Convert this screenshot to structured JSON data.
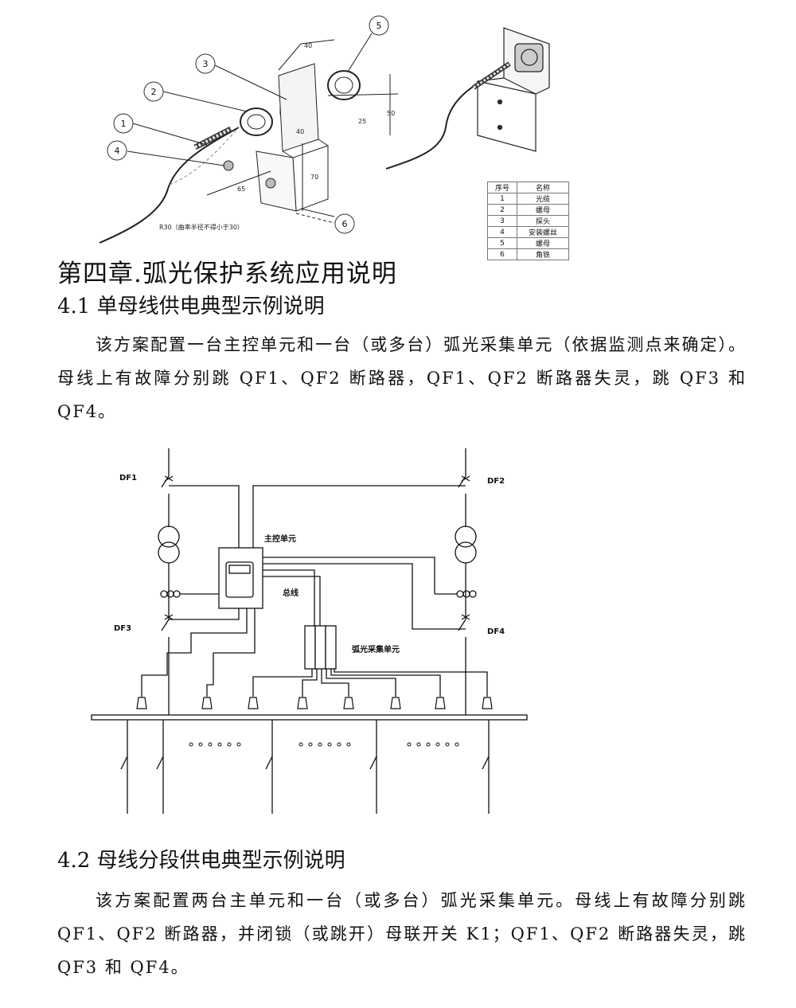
{
  "figure1": {
    "callouts": [
      "1",
      "2",
      "3",
      "4",
      "5",
      "6"
    ],
    "dimensions": {
      "d40_top": "40",
      "d40_mid": "40",
      "d25": "25",
      "d50": "50",
      "d70": "70",
      "d65": "65"
    },
    "bend_note": "R30（曲率半径不得小于30）",
    "parts_table": {
      "headers": [
        "序号",
        "名称"
      ],
      "rows": [
        {
          "no": "1",
          "name": "光缆"
        },
        {
          "no": "2",
          "name": "螺母"
        },
        {
          "no": "3",
          "name": "探头"
        },
        {
          "no": "4",
          "name": "安装螺丝"
        },
        {
          "no": "5",
          "name": "螺母"
        },
        {
          "no": "6",
          "name": "角铁"
        }
      ]
    }
  },
  "chapter_title": "第四章.弧光保护系统应用说明",
  "section_41": {
    "title": "4.1 单母线供电典型示例说明",
    "paragraph": "该方案配置一台主控单元和一台（或多台）弧光采集单元（依据监测点来确定）。母线上有故障分别跳 QF1、QF2 断路器，QF1、QF2 断路器失灵，跳 QF3 和 QF4。"
  },
  "diagram": {
    "labels": {
      "df1": "DF1",
      "df2": "DF2",
      "df3": "DF3",
      "df4": "DF4",
      "main_unit": "主控单元",
      "bus": "总线",
      "collector": "弧光采集单元"
    }
  },
  "section_42": {
    "title": "4.2 母线分段供电典型示例说明",
    "paragraph": "该方案配置两台主单元和一台（或多台）弧光采集单元。母线上有故障分别跳 QF1、QF2 断路器，并闭锁（或跳开）母联开关 K1；QF1、QF2 断路器失灵，跳 QF3 和 QF4。"
  }
}
